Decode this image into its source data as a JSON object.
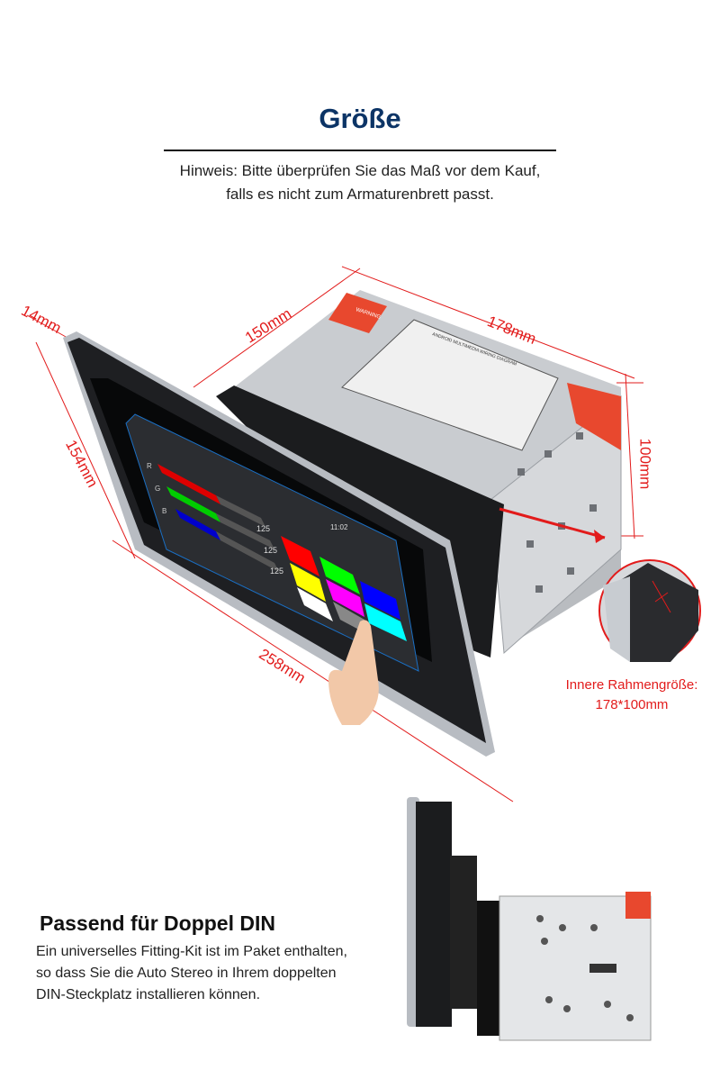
{
  "header": {
    "title": "Größe",
    "note_line1": "Hinweis: Bitte überprüfen Sie das Maß vor dem Kauf,",
    "note_line2": "falls es nicht zum Armaturenbrett passt."
  },
  "dimensions": {
    "thickness": "14mm",
    "depth": "150mm",
    "chassis_width": "178mm",
    "screen_height": "154mm",
    "chassis_height": "100mm",
    "screen_width": "258mm"
  },
  "inner_frame": {
    "label": "Innere Rahmengröße:",
    "value": "178*100mm"
  },
  "device": {
    "warning_label": "WARNING",
    "diagram_label": "ANDROID MULTIMEDIA WIRING DIAGRAM",
    "screen": {
      "time": "11:02",
      "sliders": [
        {
          "label": "R",
          "value": "125",
          "color": "#ff0000"
        },
        {
          "label": "G",
          "value": "125",
          "color": "#00ff00"
        },
        {
          "label": "B",
          "value": "125",
          "color": "#0000ff"
        }
      ],
      "swatches": [
        "#ff0000",
        "#00ff00",
        "#ffff00",
        "#ff00ff",
        "#0000ff",
        "#ffffff",
        "#888888",
        "#00ffff"
      ]
    }
  },
  "din": {
    "title": "Passend für Doppel DIN",
    "line1": "Ein universelles Fitting-Kit ist im Paket enthalten,",
    "line2": "so dass Sie die Auto Stereo in Ihrem doppelten",
    "line3": "DIN-Steckplatz installieren können."
  },
  "colors": {
    "title": "#0c3466",
    "dimension": "#e21b1b"
  }
}
